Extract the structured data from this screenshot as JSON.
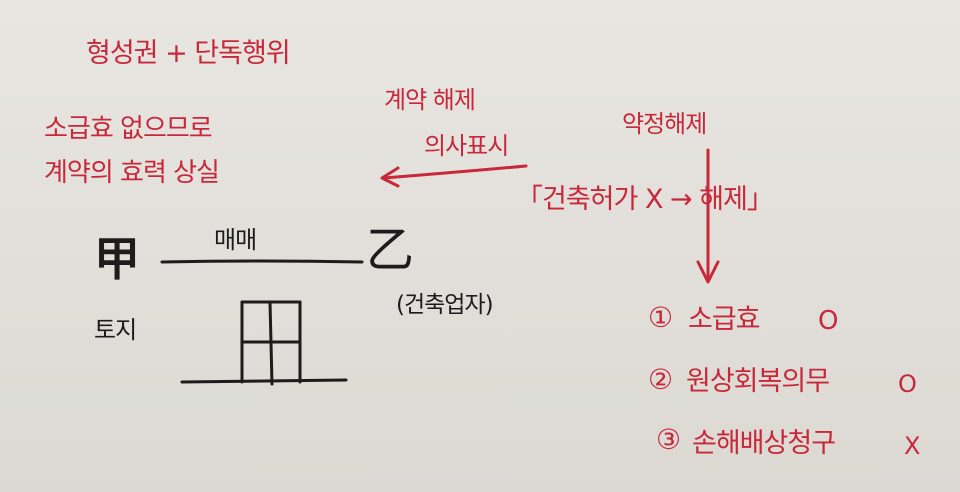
{
  "colors": {
    "paper": "#e4e1dc",
    "red_ink": "#c8283a",
    "black_ink": "#1c1c1c"
  },
  "notes": {
    "title": "형성권 + 단독행위",
    "no_retro_line1": "소급효 없으므로",
    "no_retro_line2": "계약의 효력 상실",
    "cancel_line1": "계약 해제",
    "cancel_line2": "의사표시",
    "agreed_cancel": "약정해제",
    "clause": "「건축허가 X → 해제」",
    "party_a": "甲",
    "land": "토지",
    "sale": "매매",
    "party_b": "乙",
    "party_b_role": "(건축업자)",
    "item1_num": "①",
    "item1_text": "소급효",
    "item1_mark": "O",
    "item2_num": "②",
    "item2_text": "원상회복의무",
    "item2_mark": "O",
    "item3_num": "③",
    "item3_text": "손해배상청구",
    "item3_mark": "X"
  }
}
